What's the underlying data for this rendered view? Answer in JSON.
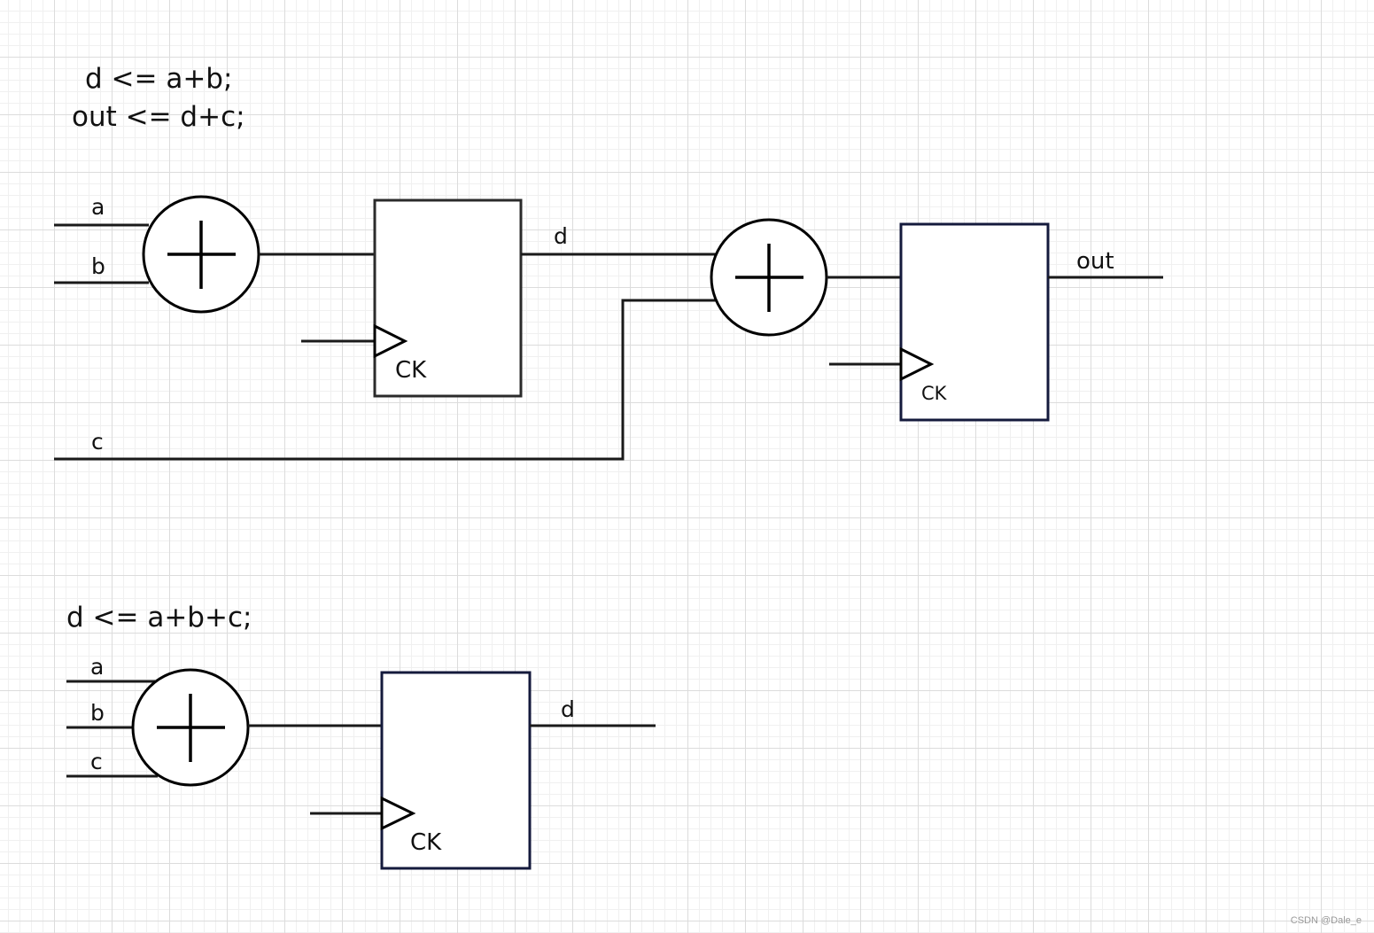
{
  "code": {
    "top_line1": "d <= a+b;",
    "top_line2": "out <= d+c;",
    "bottom_line1": "d <= a+b+c;"
  },
  "top_circuit": {
    "input_a": "a",
    "input_b": "b",
    "input_c": "c",
    "reg1_out": "d",
    "reg1_clock": "CK",
    "reg2_out": "out",
    "reg2_clock": "CK"
  },
  "bottom_circuit": {
    "input_a": "a",
    "input_b": "b",
    "input_c": "c",
    "reg_out": "d",
    "reg_clock": "CK"
  },
  "watermark": "CSDN @Dale_e",
  "colors": {
    "grid_major": "#dcdcdc",
    "grid_minor": "#f0f0f0",
    "register_border": "#141a3c"
  }
}
